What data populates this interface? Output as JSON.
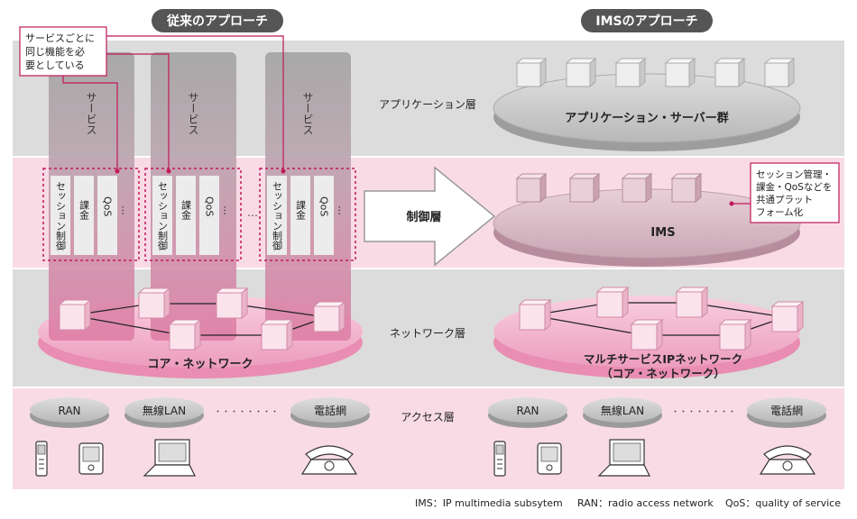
{
  "headers": {
    "left": "従来のアプローチ",
    "right": "IMSのアプローチ"
  },
  "callouts": {
    "left": [
      "サービスごとに",
      "同じ機能を必",
      "要としている"
    ],
    "right": [
      "セッション管理・",
      "課金・QoSなどを",
      "共通プラット",
      "フォーム化"
    ]
  },
  "layers": {
    "application": "アプリケーション層",
    "control": "制御層",
    "network": "ネットワーク層",
    "access": "アクセス層"
  },
  "left": {
    "service": "サービス",
    "session": "セッション制御",
    "billing": "課金",
    "qos": "QoS",
    "more": "…",
    "between": "…",
    "core": "コア・ネットワーク"
  },
  "right": {
    "app_platform": "アプリケーション・サーバー群",
    "ims": "IMS",
    "ipnet_1": "マルチサービスIPネットワーク",
    "ipnet_2": "（コア・ネットワーク）"
  },
  "access": {
    "ran": "RAN",
    "wlan": "無線LAN",
    "dots": "・・・・・・・・",
    "phone": "電話網"
  },
  "footnotes": {
    "ims": "IMS：IP multimedia subsytem",
    "ran": "RAN：radio access network",
    "qos": "QoS：quality of service"
  },
  "colors": {
    "band_gray": "#dcdcdc",
    "band_pink": "#f9dbe6",
    "header_bg": "#555555",
    "accent": "#c2185b",
    "column": "#9e9e9e",
    "column_pink": "#e58aae"
  }
}
